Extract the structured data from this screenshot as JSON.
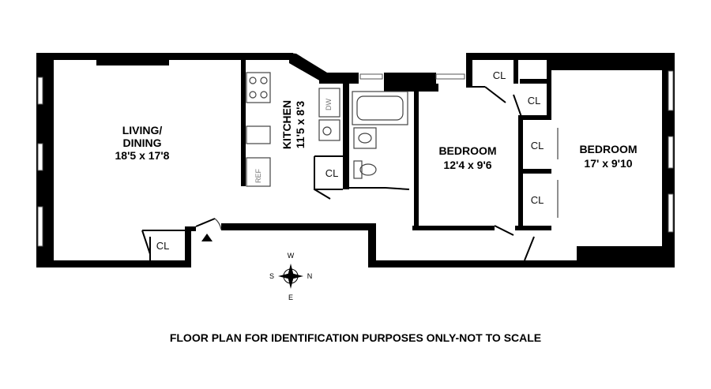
{
  "rooms": {
    "living": {
      "name_line1": "LIVING/",
      "name_line2": "DINING",
      "dims": "18'5 x 17'8"
    },
    "kitchen": {
      "name": "KITCHEN",
      "dims": "11'5 x 8'3"
    },
    "bedroom1": {
      "name": "BEDROOM",
      "dims": "12'4 x 9'6"
    },
    "bedroom2": {
      "name": "BEDROOM",
      "dims": "17' x 9'10"
    }
  },
  "closets": {
    "living": "CL",
    "kitchen": "CL",
    "top_middle": "CL",
    "top_right_small": "CL",
    "bedroom2_upper": "CL",
    "bedroom2_lower": "CL"
  },
  "appliances": {
    "fridge": "REF",
    "dishwasher": "DW"
  },
  "compass": {
    "top": "W",
    "bottom": "E",
    "left": "S",
    "right": "N"
  },
  "caption": "FLOOR PLAN FOR IDENTIFICATION PURPOSES ONLY-NOT TO SCALE"
}
